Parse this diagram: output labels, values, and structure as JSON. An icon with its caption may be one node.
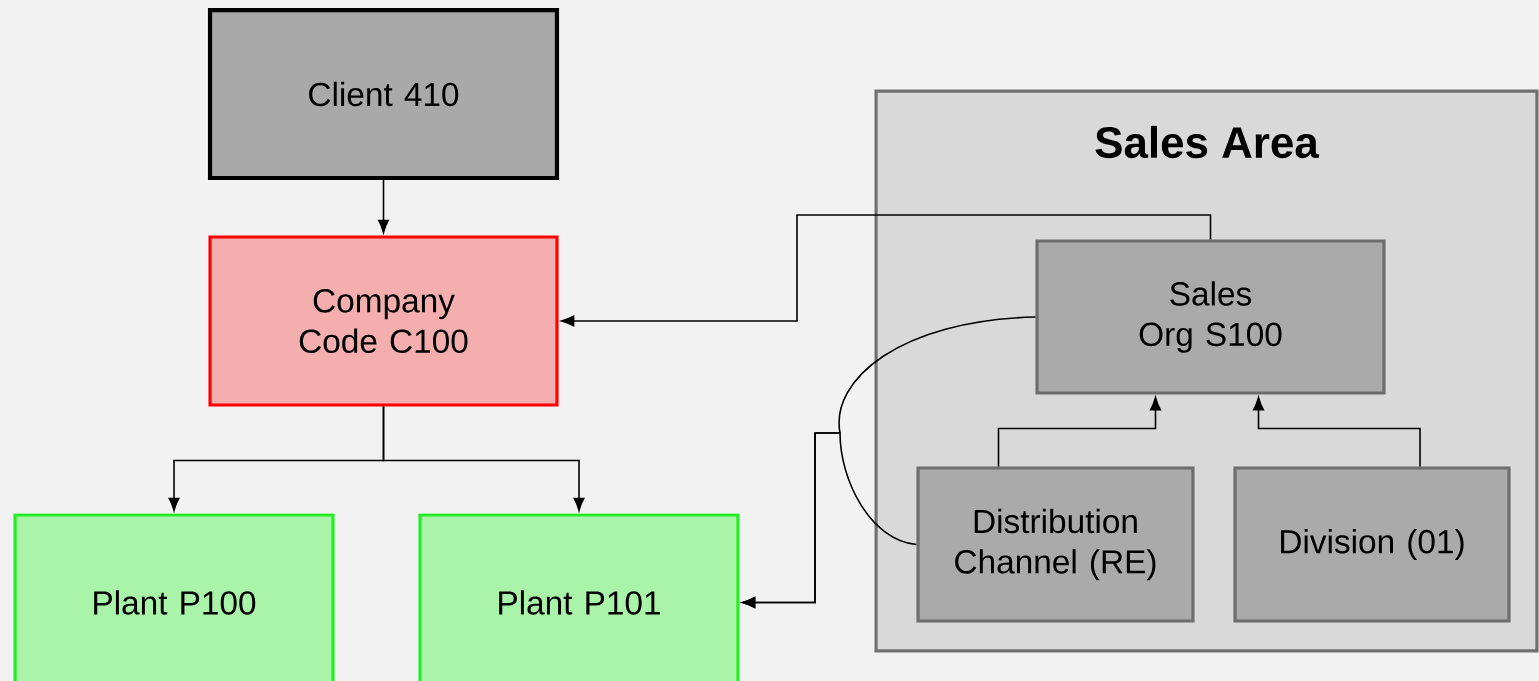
{
  "diagram": {
    "nodes": [
      {
        "text": [
          "Client 410"
        ]
      },
      {
        "text": [
          "Company Code C100"
        ]
      },
      {
        "text": [
          "Plant P100"
        ]
      },
      {
        "text": [
          "Plant P101"
        ]
      },
      {
        "text": [
          "Sales Area"
        ]
      },
      {
        "text": [
          "Sales Org S100"
        ],
        "in": 4
      },
      {
        "text": [
          "Distribution Channel (RE)"
        ],
        "in": 4
      },
      {
        "text": [
          "Division (01)"
        ],
        "in": 4
      }
    ],
    "edges": [
      {
        "from": 0,
        "to": 1,
        "arrow": "to"
      },
      {
        "from": 1,
        "to": 2,
        "arrow": "to"
      },
      {
        "from": 1,
        "to": 3,
        "arrow": "to"
      },
      {
        "from": 5,
        "to": 1,
        "arrow": "to"
      },
      {
        "from": 6,
        "to": 5,
        "arrow": "to"
      },
      {
        "from": 7,
        "to": 5,
        "arrow": "to"
      },
      {
        "from": 5,
        "to": 3,
        "arrow": "to"
      },
      {
        "from": 6,
        "to": 3,
        "arrow": "to"
      }
    ]
  }
}
